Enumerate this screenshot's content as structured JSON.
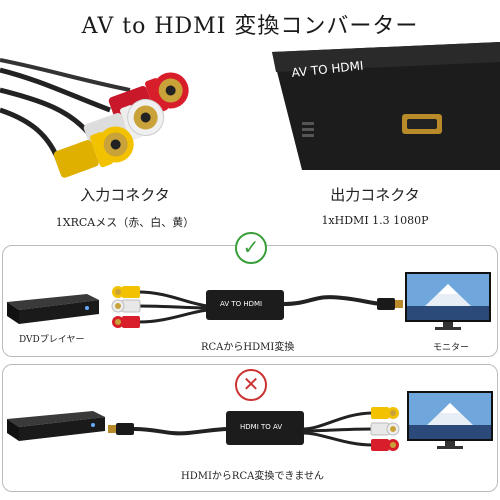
{
  "header": {
    "title": "AV to HDMI 変換コンバーター"
  },
  "top": {
    "input_caption": "入力コネクタ",
    "input_sub": "1XRCAメス（赤、白、黄）",
    "output_caption": "出力コネクタ",
    "output_sub": "1xHDMI 1.3 1080P",
    "box_print": "AV TO HDMI"
  },
  "ok_panel": {
    "status": "✓",
    "device_left": "DVDプレイヤー",
    "converter_print": "AV TO HDMI",
    "caption": "RCAからHDMI変換",
    "device_right": "モニター"
  },
  "ng_panel": {
    "status": "✕",
    "converter_print": "HDMI TO AV",
    "caption": "HDMIからRCA変換できません"
  },
  "colors": {
    "ok": "#3a9e3a",
    "ng": "#cc3333",
    "rca_yellow": "#f2c200",
    "rca_red": "#d81e2a",
    "rca_white": "#e8e8e8"
  }
}
